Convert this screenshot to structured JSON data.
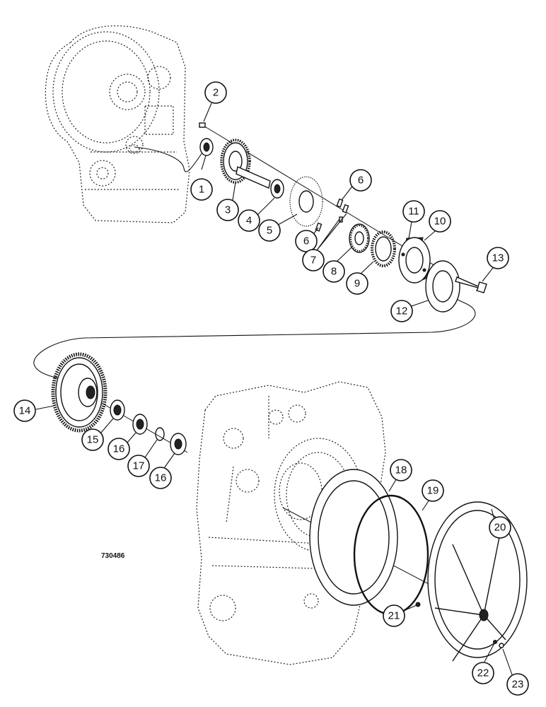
{
  "figure_number": "730486",
  "callouts": [
    {
      "label": "1"
    },
    {
      "label": "2"
    },
    {
      "label": "3"
    },
    {
      "label": "4"
    },
    {
      "label": "5"
    },
    {
      "label": "6"
    },
    {
      "label": "6"
    },
    {
      "label": "7"
    },
    {
      "label": "8"
    },
    {
      "label": "9"
    },
    {
      "label": "10"
    },
    {
      "label": "11"
    },
    {
      "label": "12"
    },
    {
      "label": "13"
    },
    {
      "label": "14"
    },
    {
      "label": "15"
    },
    {
      "label": "16"
    },
    {
      "label": "17"
    },
    {
      "label": "16"
    },
    {
      "label": "18"
    },
    {
      "label": "19"
    },
    {
      "label": "20"
    },
    {
      "label": "21"
    },
    {
      "label": "22"
    },
    {
      "label": "23"
    }
  ]
}
